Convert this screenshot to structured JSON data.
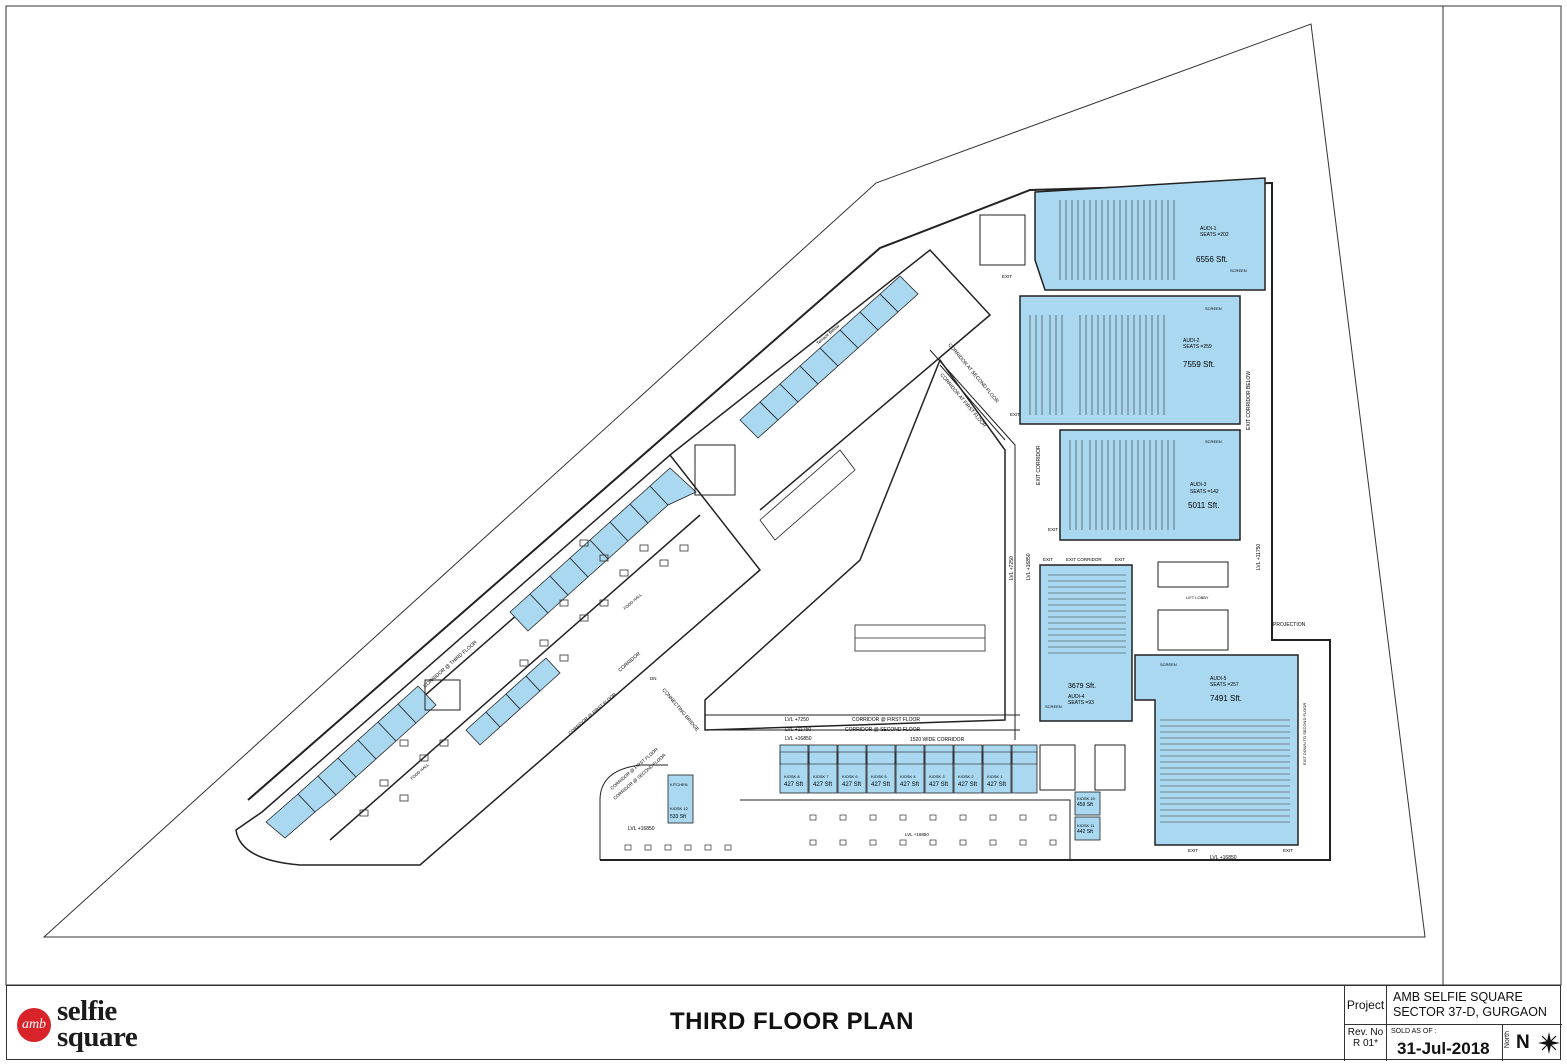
{
  "plan": {
    "blue": "#a9d8f0",
    "line": "#1a1a1a"
  },
  "labels": {
    "audi1": "AUDI-1",
    "audi1_seats": "SEATS =202",
    "audi1_area": "6556 Sft.",
    "audi1_screen": "SCREEN",
    "audi2": "AUDI-2",
    "audi2_seats": "SEATS =259",
    "audi2_area": "7559 Sft.",
    "audi3": "AUDI-3",
    "audi3_seats": "SEATS =142",
    "audi3_area": "5011 Sft.",
    "audi4": "AUDI-4",
    "audi4_seats": "SEATS =93",
    "audi4_area": "3679 Sft.",
    "audi5": "AUDI-5",
    "audi5_seats": "SEATS =257",
    "audi5_area": "7491 Sft.",
    "screen": "SCREEN",
    "exit": "EXIT",
    "exit_corridor": "EXIT CORRIDOR",
    "exit_corridor_below": "EXIT CORRIDOR BELOW",
    "projection": "PROJECTION",
    "lift_lobby": "LIFT LOBBY",
    "lvl_16850": "LVL +16850",
    "lvl_11750": "LVL +11750",
    "lvl_7250": "LVL +7250",
    "corridor_first": "CORRIDOR @ FIRST FLOOR",
    "corridor_second": "CORRIDOR @ SECOND FLOOR",
    "corridor_third": "CORRIDOR @ THIRD FLOOR",
    "corridor": "CORRIDOR",
    "corridor_at_second": "CORRIDOR AT SECOND FLOOR",
    "corridor_at_first": "CORRIDOR AT FIRST FLOOR",
    "wide_corridor": "1520 WIDE CORRIDOR",
    "connecting_bridge": "CONNECTING BRIDGE",
    "food_hall": "FOOD HALL",
    "terrace_below": "Terrace Below",
    "dn": "DN",
    "kitchen": "KITCHEN",
    "kiosk_8": "KIOSK 8",
    "kiosk_7": "KIOSK 7",
    "kiosk_6": "KIOSK 6",
    "kiosk_5": "KIOSK 5",
    "kiosk_4": "KIOSK 4",
    "kiosk_3": "KIOSK 3",
    "kiosk_2": "KIOSK 2",
    "kiosk_1": "KIOSK 1",
    "kiosk_9": "KIOSK 9",
    "kiosk_10": "KIOSK 10",
    "kiosk_11": "KIOSK 11",
    "kiosk_12": "KIOSK 12",
    "area_427": "427 Sft",
    "area_459": "459 Sft",
    "area_442": "442 Sft",
    "area_533": "533 Sft",
    "exit_down": "EXIT DOWN TO SECOND FLOOR"
  },
  "title_block": {
    "logo_mark": "amb",
    "logo_line1": "selfie",
    "logo_line2": "square",
    "sheet_title": "THIRD FLOOR PLAN",
    "project_label": "Project",
    "project_line1": "AMB SELFIE SQUARE",
    "project_line2": "SECTOR 37-D, GURGAON",
    "rev_label": "Rev. No",
    "rev_value": "R 01*",
    "sold_label": "SOLD AS OF :",
    "sold_date": "31-Jul-2018",
    "north_label": "North",
    "north_letter": "N"
  }
}
